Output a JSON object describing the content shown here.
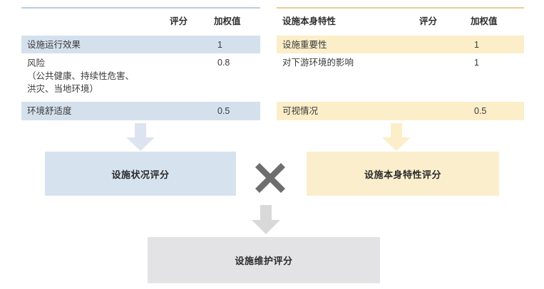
{
  "colors": {
    "left_rule": "#b9cde0",
    "left_band": "#d4e1ed",
    "right_rule": "#e8cf92",
    "right_band": "#fbeec9",
    "box_blue": "#d6e3ef",
    "box_yellow": "#fbeecc",
    "box_gray": "#e3e3e5",
    "arrow_blue": "#dde4ef",
    "arrow_yellow": "#fbeec9",
    "arrow_gray": "#d9d9d9",
    "multiply": "#6e6e6e",
    "text": "#3a3a3a"
  },
  "left_table": {
    "headers": {
      "category": "",
      "score": "评分",
      "weight": "加权值"
    },
    "rows": [
      {
        "label": "设施运行效果",
        "score": "",
        "weight": "1",
        "banded": true
      },
      {
        "label": "风险\n（公共健康、持续性危害、\n洪灾、当地环境）",
        "score": "",
        "weight": "0.8",
        "banded": false
      },
      {
        "label": "环境舒适度",
        "score": "",
        "weight": "0.5",
        "banded": true
      }
    ]
  },
  "right_table": {
    "headers": {
      "category": "设施本身特性",
      "score": "评分",
      "weight": "加权值"
    },
    "rows": [
      {
        "label": "设施重要性",
        "score": "",
        "weight": "1",
        "banded": true
      },
      {
        "label": "对下游环境的影响",
        "score": "",
        "weight": "1",
        "banded": false
      },
      {
        "label": "",
        "score": "",
        "weight": "",
        "banded": false
      },
      {
        "label": "可视情况",
        "score": "",
        "weight": "0.5",
        "banded": true
      }
    ]
  },
  "results": {
    "left_box": "设施状况评分",
    "right_box": "设施本身特性评分",
    "final_box": "设施维护评分"
  },
  "operators": {
    "multiply": "×"
  }
}
